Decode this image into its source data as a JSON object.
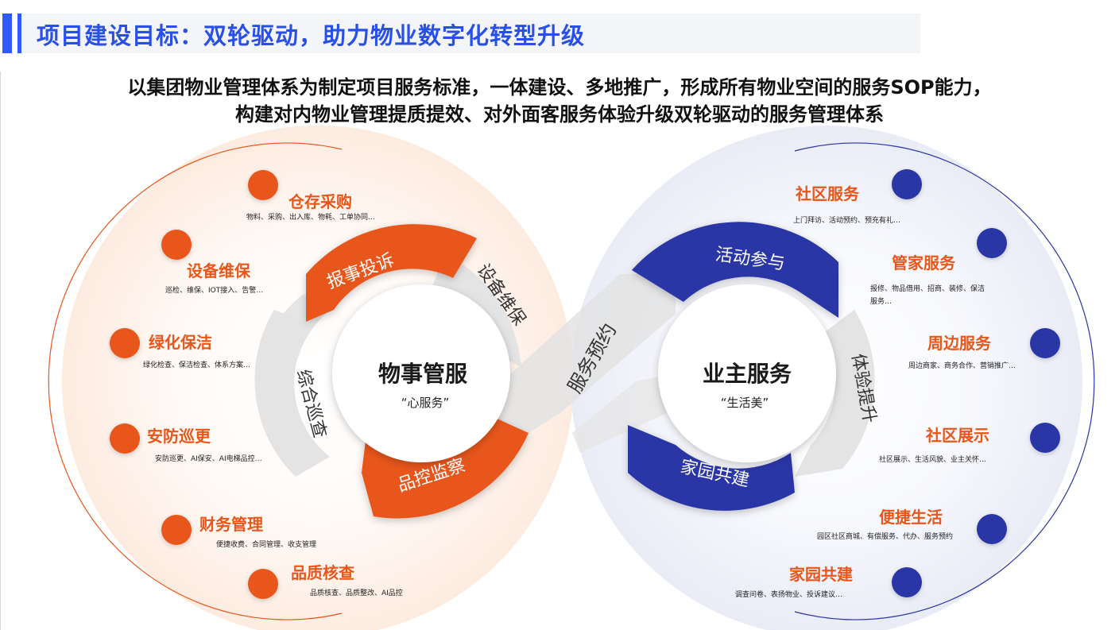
{
  "header": {
    "title": "项目建设目标：双轮驱动，助力物业数字化转型升级"
  },
  "subtitle": {
    "line1": "以集团物业管理体系为制定项目服务标准，一体建设、多地推广，形成所有物业空间的服务SOP能力，",
    "line2": "构建对内物业管理提质提效、对外面客服务体验升级双轮驱动的服务管理体系"
  },
  "colors": {
    "accent_blue": "#2d5bff",
    "title_blue": "#2850e8",
    "orange": "#e8561a",
    "navy": "#2a34a6",
    "grey_arrow": "#e6e6e6"
  },
  "left_wheel": {
    "center_title": "物事管服",
    "center_sub": "“心服务”",
    "segments": [
      "报事投诉",
      "设备维保",
      "品控监察",
      "综合巡查"
    ],
    "items": [
      {
        "title": "仓存采购",
        "desc": "物料、采购、出入库、物耗、工单协同…"
      },
      {
        "title": "设备维保",
        "desc": "巡检、维保、IOT接入、告警…"
      },
      {
        "title": "绿化保洁",
        "desc": "绿化检查、保洁检查、体系方案…"
      },
      {
        "title": "安防巡更",
        "desc": "安防巡更、AI保安、AI电梯品控…"
      },
      {
        "title": "财务管理",
        "desc": "便捷收费、合同管理、收支管理"
      },
      {
        "title": "品质核查",
        "desc": "品质核查、品质整改、AI品控"
      }
    ]
  },
  "right_wheel": {
    "center_title": "业主服务",
    "center_sub": "“生活美”",
    "segments": [
      "活动参与",
      "体验提升",
      "家园共建"
    ],
    "items": [
      {
        "title": "社区服务",
        "desc": "上门拜访、活动预约、预充有礼…"
      },
      {
        "title": "管家服务",
        "desc": "报修、物品借用、招商、装修、保洁",
        "desc2": "服务…"
      },
      {
        "title": "周边服务",
        "desc": "周边商家、商务合作、营销推广…"
      },
      {
        "title": "社区展示",
        "desc": "社区展示、生活风貌、业主关怀…"
      },
      {
        "title": "便捷生活",
        "desc": "园区社区商城、有偿服务、代办、服务预约"
      },
      {
        "title": "家园共建",
        "desc": "调查问卷、表扬物业、投诉建议…"
      }
    ]
  },
  "bridge": {
    "label": "服务预约"
  }
}
